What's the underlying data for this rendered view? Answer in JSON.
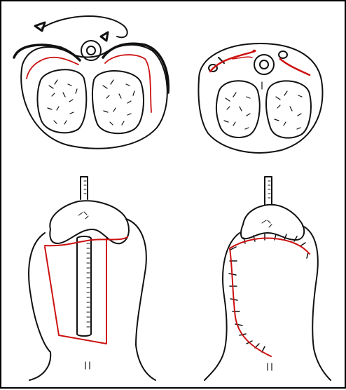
{
  "colors": {
    "ink": "#111111",
    "red": "#cc1111",
    "background": "#ffffff"
  },
  "panels": [
    {
      "id": "top-left",
      "kind": "cross-section-before"
    },
    {
      "id": "top-right",
      "kind": "cross-section-after"
    },
    {
      "id": "bottom-left",
      "kind": "flap-incision"
    },
    {
      "id": "bottom-right",
      "kind": "sutured-closure"
    }
  ]
}
